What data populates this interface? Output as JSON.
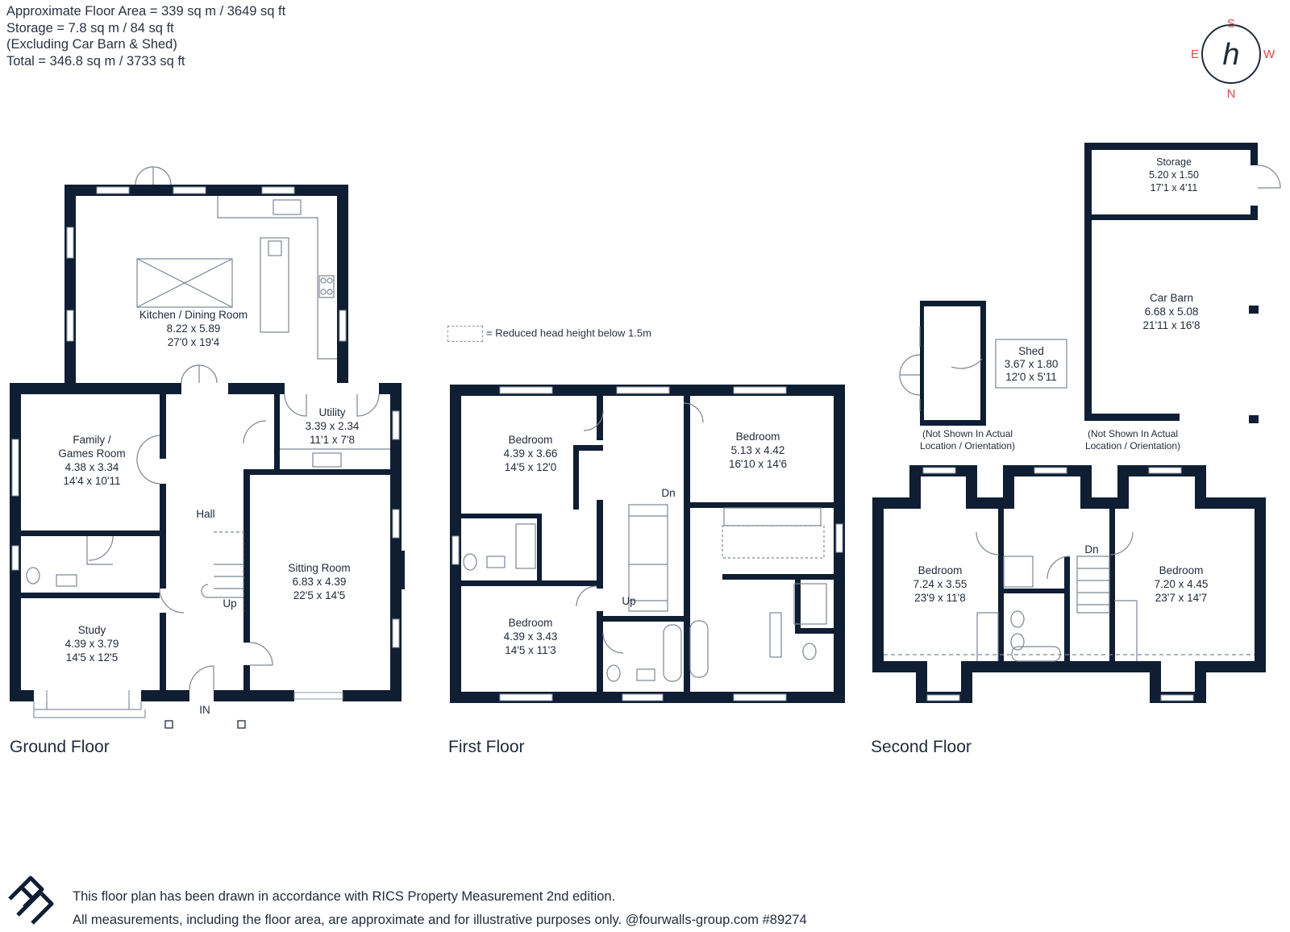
{
  "header": {
    "line1": "Approximate Floor Area = 339 sq m / 3649 sq ft",
    "line2": "Storage = 7.8 sq m / 84 sq ft",
    "line3": "(Excluding Car Barn & Shed)",
    "line4": "Total = 346.8 sq m / 3733 sq ft"
  },
  "compass": {
    "s": "S",
    "e": "E",
    "w": "W",
    "n": "N",
    "logo": "h",
    "accent": "#e04848"
  },
  "legend": {
    "text": "= Reduced head height below 1.5m"
  },
  "ground_floor": {
    "label": "Ground Floor",
    "kitchen": {
      "name": "Kitchen / Dining Room",
      "metric": "8.22 x 5.89",
      "imperial": "27'0 x 19'4"
    },
    "family": {
      "name1": "Family /",
      "name2": "Games Room",
      "metric": "4.38 x 3.34",
      "imperial": "14'4 x 10'11"
    },
    "utility": {
      "name": "Utility",
      "metric": "3.39 x 2.34",
      "imperial": "11'1 x 7'8"
    },
    "hall": {
      "name": "Hall"
    },
    "sitting": {
      "name": "Sitting Room",
      "metric": "6.83 x 4.39",
      "imperial": "22'5 x 14'5"
    },
    "study": {
      "name": "Study",
      "metric": "4.39 x 3.79",
      "imperial": "14'5 x 12'5"
    },
    "up": "Up",
    "in": "IN"
  },
  "first_floor": {
    "label": "First Floor",
    "bed1": {
      "name": "Bedroom",
      "metric": "4.39 x 3.66",
      "imperial": "14'5 x 12'0"
    },
    "bed2": {
      "name": "Bedroom",
      "metric": "5.13 x 4.42",
      "imperial": "16'10 x 14'6"
    },
    "bed3": {
      "name": "Bedroom",
      "metric": "4.39 x 3.43",
      "imperial": "14'5 x 11'3"
    },
    "dn": "Dn",
    "up": "Up"
  },
  "second_floor": {
    "label": "Second Floor",
    "bed_left": {
      "name": "Bedroom",
      "metric": "7.24 x 3.55",
      "imperial": "23'9 x 11'8"
    },
    "bed_right": {
      "name": "Bedroom",
      "metric": "7.20 x 4.45",
      "imperial": "23'7 x 14'7"
    },
    "dn": "Dn"
  },
  "outbuildings": {
    "shed": {
      "name": "Shed",
      "metric": "3.67 x 1.80",
      "imperial": "12'0 x 5'11"
    },
    "storage": {
      "name": "Storage",
      "metric": "5.20 x 1.50",
      "imperial": "17'1 x 4'11"
    },
    "carbarn": {
      "name": "Car Barn",
      "metric": "6.68 x 5.08",
      "imperial": "21'11 x 16'8"
    },
    "note_line1": "(Not Shown In Actual",
    "note_line2": "Location / Orientation)"
  },
  "footer": {
    "line1": "This floor plan has been drawn in accordance with RICS Property Measurement 2nd edition.",
    "line2": "All measurements, including the floor area, are approximate and for illustrative purposes only. @fourwalls-group.com #89274"
  },
  "colors": {
    "wall": "#0f1e33",
    "fixture": "#7c8795",
    "text": "#1f2a3a"
  }
}
